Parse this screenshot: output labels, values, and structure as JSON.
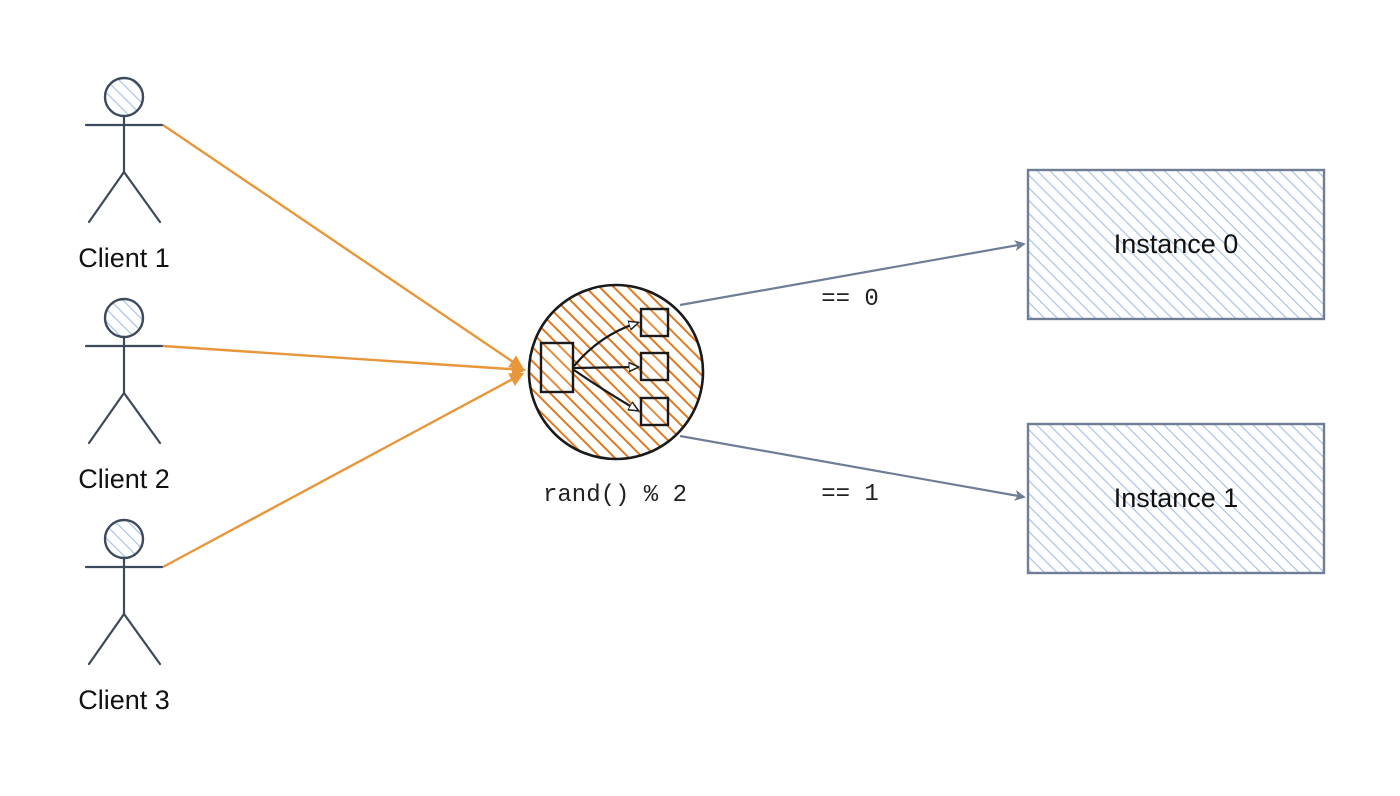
{
  "clients": [
    {
      "label": "Client 1"
    },
    {
      "label": "Client 2"
    },
    {
      "label": "Client 3"
    }
  ],
  "load_balancer": {
    "label": "rand() % 2"
  },
  "routes": [
    {
      "condition": "== 0",
      "target": "Instance 0"
    },
    {
      "condition": "== 1",
      "target": "Instance 1"
    }
  ],
  "instances": [
    {
      "label": "Instance 0"
    },
    {
      "label": "Instance 1"
    }
  ],
  "colors": {
    "client_arrow": "#e8963a",
    "route_arrow": "#6f7d96",
    "balancer_hatch": "#e07a22",
    "instance_hatch": "#a9c3e6",
    "outline": "#1a1a1a"
  }
}
